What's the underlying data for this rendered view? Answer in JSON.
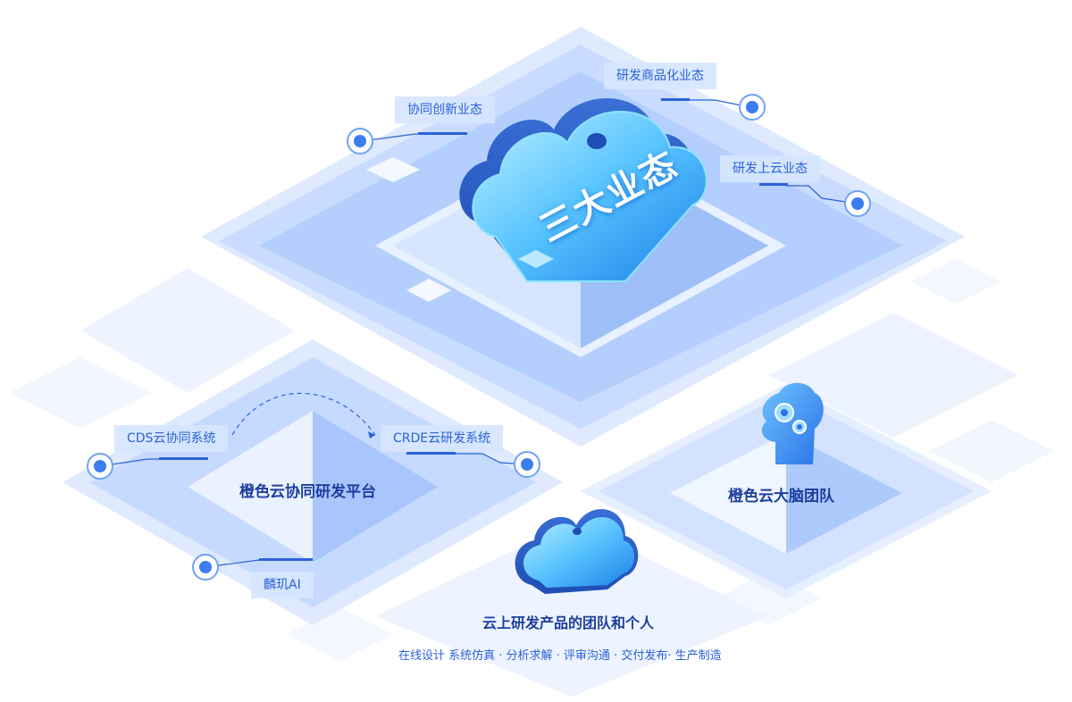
{
  "core_title": "三大业态",
  "top_tags": {
    "collaborative_innovation": "协同创新业态",
    "commercialization": "研发商品化业态",
    "cloud_rd": "研发上云业态"
  },
  "left_platform": {
    "name": "橙色云协同研发平台",
    "cds": "CDS云协同系统",
    "crde": "CRDE云研发系统",
    "ai": "麟玑AI"
  },
  "right_platform": {
    "name": "橙色云大脑团队"
  },
  "bottom": {
    "title": "云上研发产品的团队和个人",
    "activities": "在线设计  系统仿真 · 分析求解 · 评审沟通 · 交付发布· 生产制造"
  },
  "colors": {
    "accent": "#2a62d6",
    "tile_light": "#e3eeff",
    "tile_mid": "#c4dbff",
    "cloud": "#5cc8ff"
  }
}
